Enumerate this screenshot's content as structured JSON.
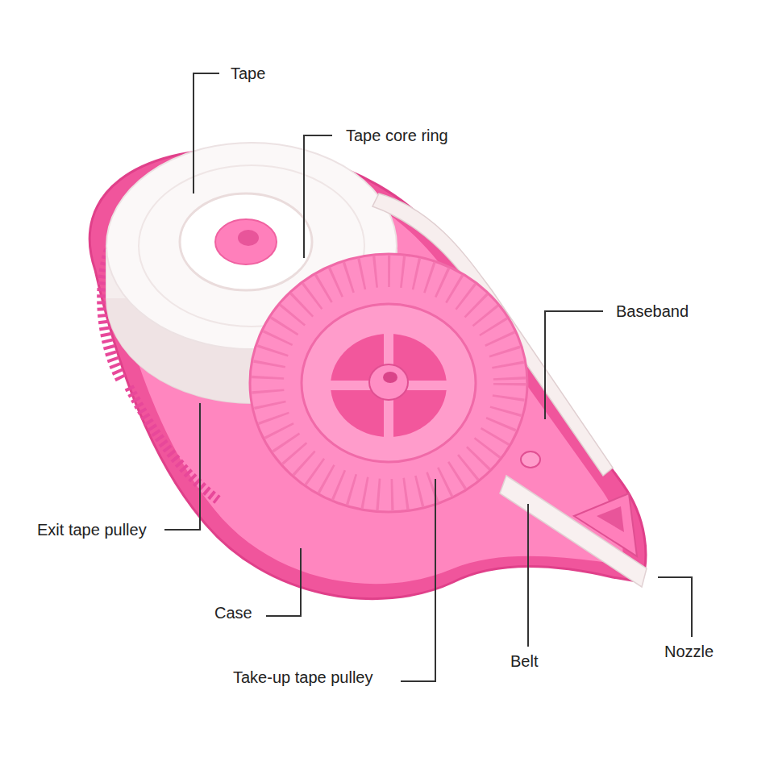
{
  "diagram": {
    "labels": [
      "Tape",
      "Tape core ring",
      "Baseband",
      "Exit tape pulley",
      "Case",
      "Nozzle",
      "Belt",
      "Take-up tape pulley"
    ]
  }
}
